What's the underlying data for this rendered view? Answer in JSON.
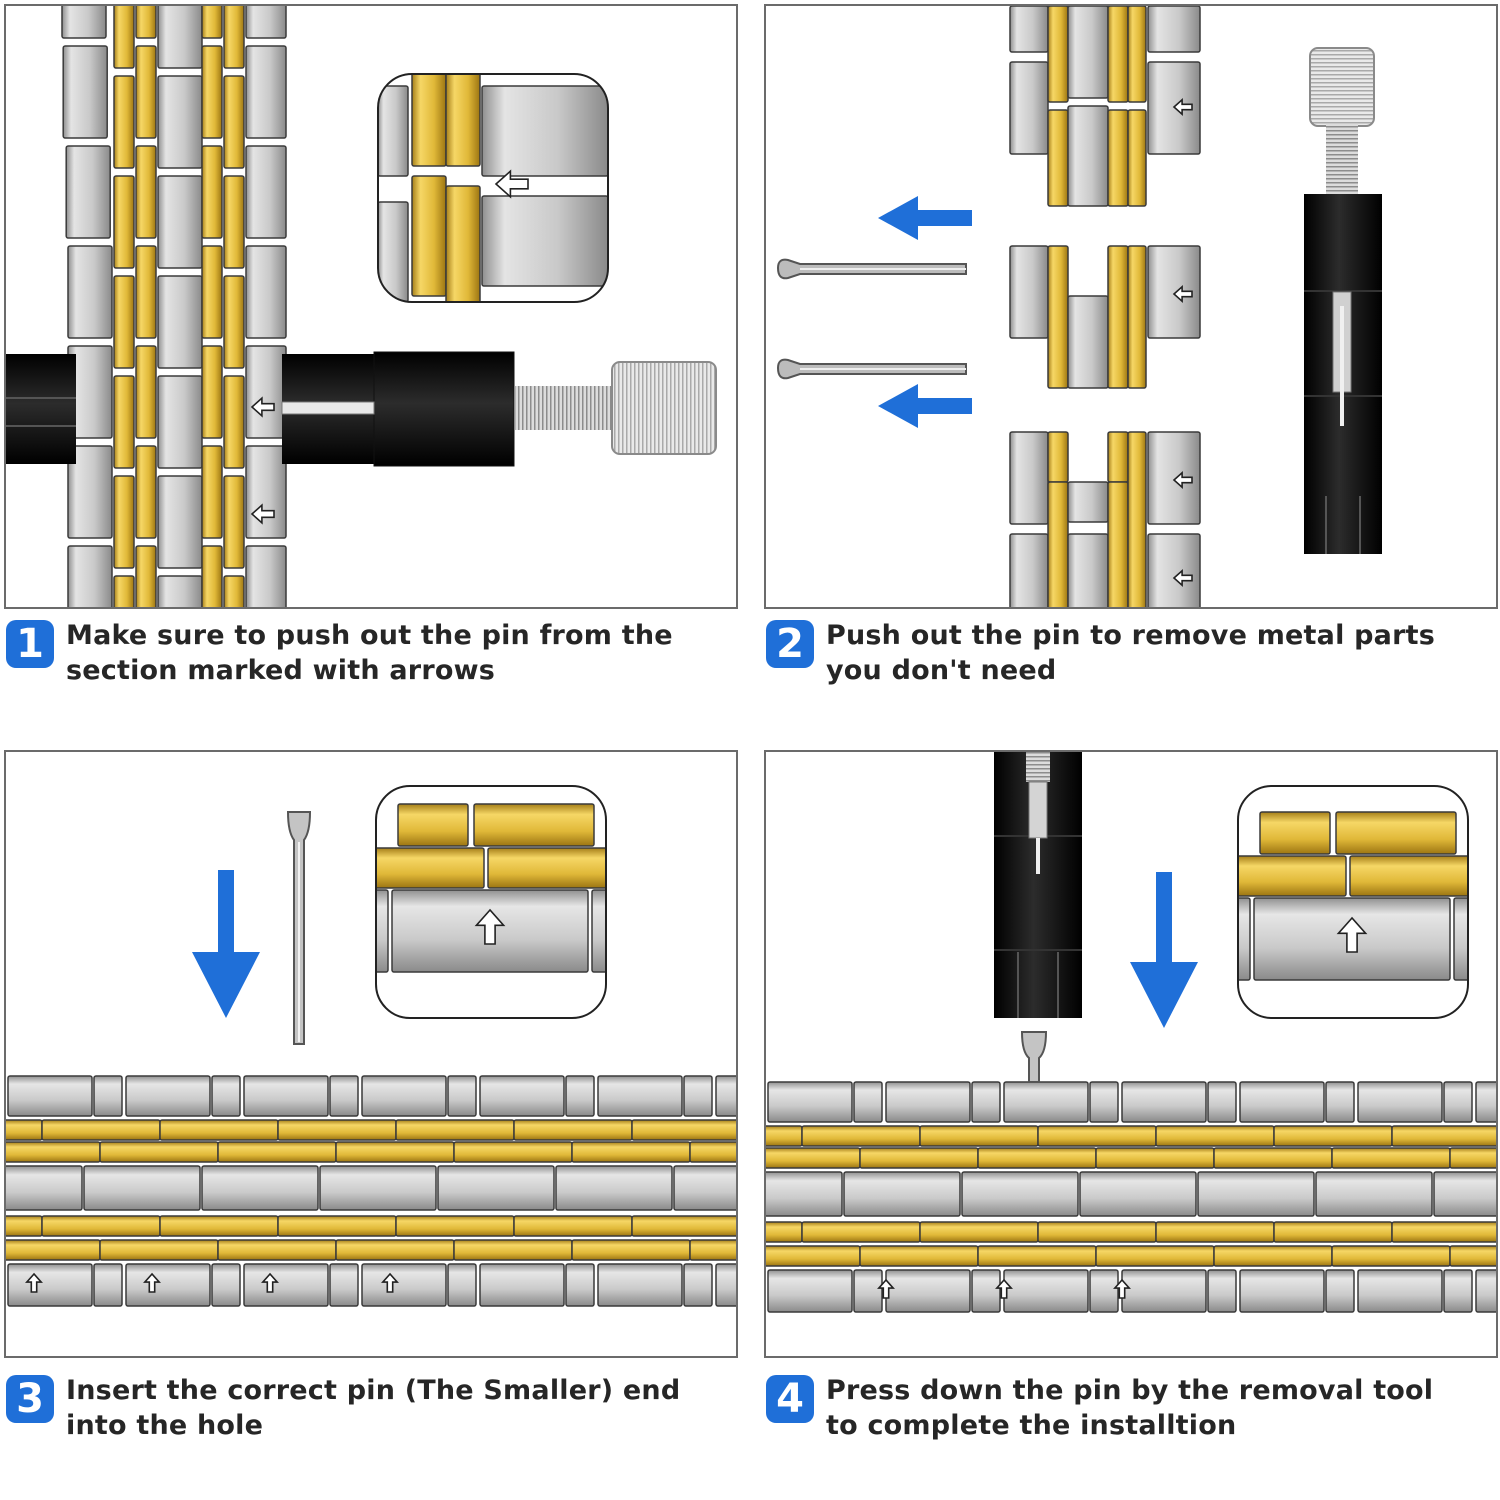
{
  "colors": {
    "badge": "#1f6fd8",
    "arrow": "#1f6fd8",
    "silver": "#c9c9c9",
    "gold": "#e3bc3c",
    "tool": "#0d0d0d",
    "caption": "#262626"
  },
  "icons": [
    "push-direction-arrow-icon",
    "blue-direction-arrow-icon",
    "pin-icon",
    "pin-removal-tool-icon",
    "watch-band-link-icon"
  ],
  "steps": [
    {
      "number": "1",
      "line1": "Make sure to push out the pin from the",
      "line2": "section marked with arrows"
    },
    {
      "number": "2",
      "line1": "Push out the pin to remove metal parts",
      "line2": "you don't need"
    },
    {
      "number": "3",
      "line1": "Insert the correct pin (The Smaller) end",
      "line2": "into the hole"
    },
    {
      "number": "4",
      "line1": "Press down the pin by the removal tool",
      "line2": "to complete the installtion"
    }
  ]
}
